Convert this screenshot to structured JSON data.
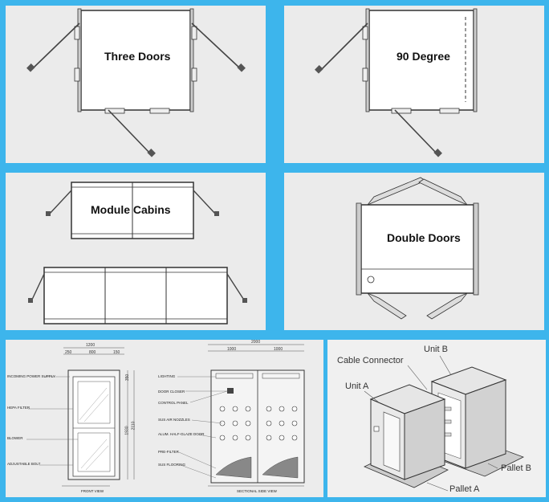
{
  "panels": {
    "three_doors": {
      "label": "Three  Doors"
    },
    "ninety_degree": {
      "label": "90 Degree"
    },
    "module_cabins": {
      "label": "Module  Cabins"
    },
    "double_doors": {
      "label": "Double Doors"
    }
  },
  "drawing": {
    "front_dims": [
      "1200",
      "250",
      "800",
      "150",
      "350",
      "1930",
      "2110"
    ],
    "side_dims": [
      "2000",
      "1000",
      "1000"
    ],
    "front_callouts": [
      "INCOMING POWER SUPPLY",
      "HEPA FILTER",
      "BLOWER",
      "ADJUSTABLE BOLT"
    ],
    "side_callouts": [
      "LIGHTING",
      "DOOR CLOSER",
      "CONTROL PANEL",
      "SUS AIR NOZZLES",
      "ALUM. HALF-GLAZE DOOR",
      "PRE-FILTER",
      "SUS FLOORING"
    ],
    "front_view_label": "FRONT VIEW",
    "side_view_label": "SECTIONAL SIDE VIEW"
  },
  "iso": {
    "cable_connector": "Cable Connector",
    "unit_b": "Unit B",
    "unit_a": "Unit A",
    "pallet_b": "Pallet B",
    "pallet_a": "Pallet A"
  }
}
